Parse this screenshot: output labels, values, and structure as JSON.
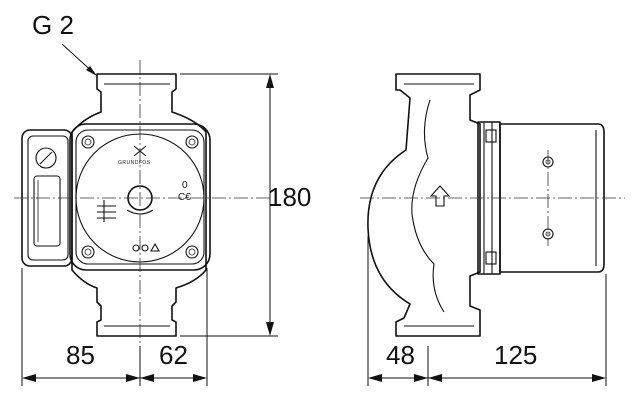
{
  "labels": {
    "thread": "G 2",
    "height": "180",
    "left_width": "85",
    "center_width": "62",
    "side_inlet": "48",
    "motor_length": "125"
  },
  "front_view": {
    "brand_text": "GRUNDFOS",
    "ce_mark": "C€",
    "info_mark": "0"
  },
  "colors": {
    "line": "#111111",
    "background": "#ffffff"
  }
}
